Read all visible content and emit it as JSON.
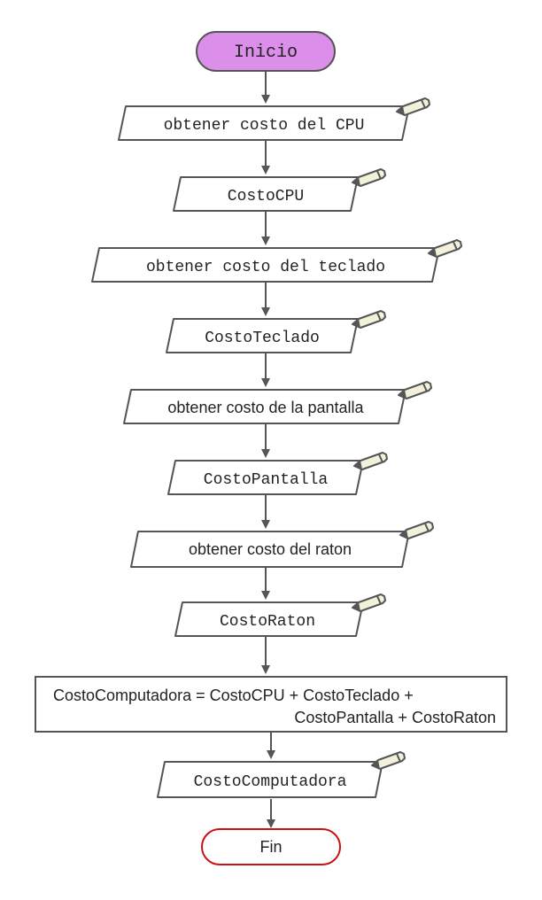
{
  "colors": {
    "stroke": "#555555",
    "start_fill": "#dc8fea",
    "end_stroke": "#cc1111",
    "pencil_fill": "#f3f0dc"
  },
  "nodes": {
    "start": "Inicio",
    "input_cpu_prompt": "obtener costo del CPU",
    "input_cpu_var": "CostoCPU",
    "input_teclado_prompt": "obtener costo del teclado",
    "input_teclado_var": "CostoTeclado",
    "input_pantalla_prompt": "obtener costo de la pantalla",
    "input_pantalla_var": "CostoPantalla",
    "input_raton_prompt": "obtener costo del raton",
    "input_raton_var": "CostoRaton",
    "process_line1": "CostoComputadora = CostoCPU + CostoTeclado +",
    "process_line2": "CostoPantalla + CostoRaton",
    "output_var": "CostoComputadora",
    "end": "Fin"
  },
  "icons": {
    "io_marker": "pencil-icon"
  }
}
